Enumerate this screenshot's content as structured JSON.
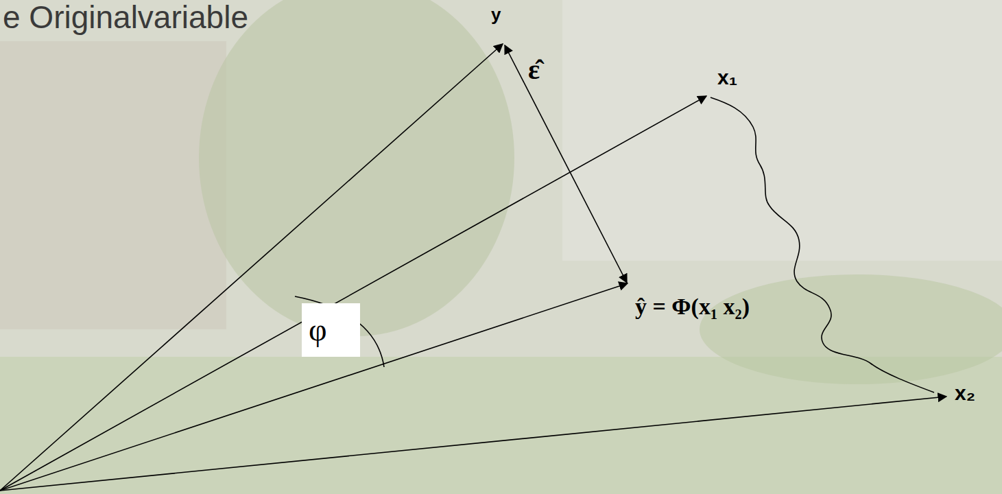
{
  "diagram": {
    "title": "e Originalvariable",
    "nodes": [
      {
        "text": [
          "φ"
        ]
      }
    ],
    "labels": [
      "y",
      "ε̂",
      "x₁",
      "ŷ = Φ(x₁ x₂)",
      "x₂"
    ]
  }
}
